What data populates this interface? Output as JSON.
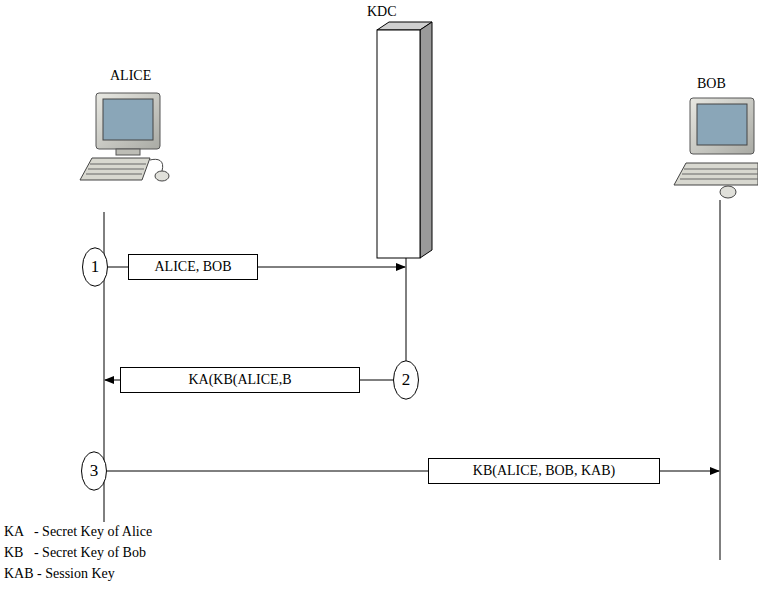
{
  "diagram": {
    "nodes": [
      {
        "text": [
          "1"
        ]
      },
      {
        "text": [
          "ALICE, BOB"
        ]
      },
      {
        "text": [
          "KA(KB(ALICE,B"
        ]
      },
      {
        "text": [
          "2"
        ]
      },
      {
        "text": [
          "3"
        ]
      },
      {
        "text": [
          "KB(ALICE, BOB, KAB)"
        ]
      }
    ],
    "edges": [
      {
        "from": 0,
        "to": 1,
        "arrow": "none"
      },
      {
        "from": 3,
        "to": 2,
        "arrow": "none"
      },
      {
        "from": 4,
        "to": 5,
        "arrow": "none"
      }
    ],
    "labels": [
      "ALICE",
      "KDC",
      "BOB",
      "KA   - Secret Key of Alice",
      "KB   - Secret Key of Bob",
      "KAB - Session Key"
    ]
  }
}
